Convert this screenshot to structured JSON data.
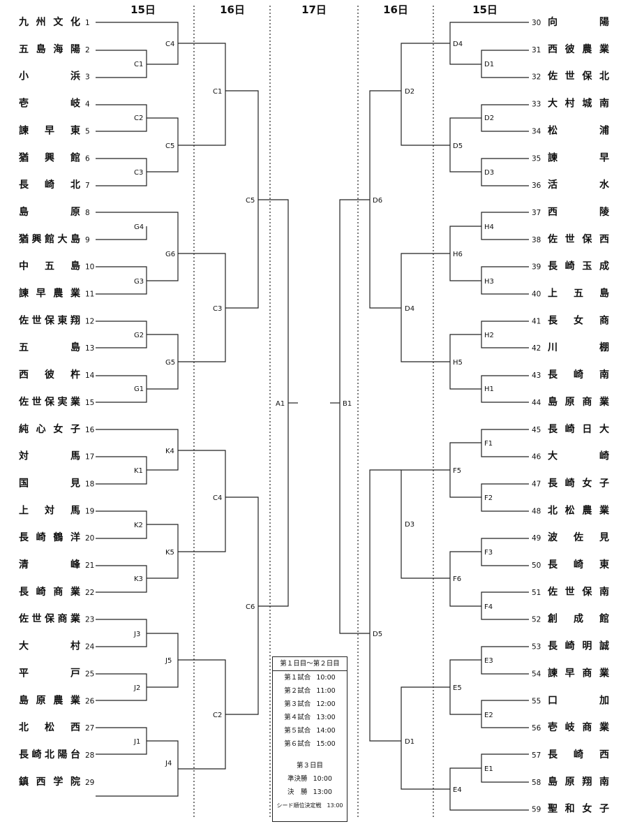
{
  "days": {
    "left_15": "15日",
    "left_16": "16日",
    "center_17": "17日",
    "right_16": "16日",
    "right_15": "15日"
  },
  "teams_left": [
    {
      "num": "1",
      "name": "九州文化"
    },
    {
      "num": "2",
      "name": "五島海陽"
    },
    {
      "num": "3",
      "name": "小浜"
    },
    {
      "num": "4",
      "name": "壱岐"
    },
    {
      "num": "5",
      "name": "諫早東"
    },
    {
      "num": "6",
      "name": "猶興館"
    },
    {
      "num": "7",
      "name": "長崎北"
    },
    {
      "num": "8",
      "name": "島原"
    },
    {
      "num": "9",
      "name": "猶興館大島"
    },
    {
      "num": "10",
      "name": "中五島"
    },
    {
      "num": "11",
      "name": "諫早農業"
    },
    {
      "num": "12",
      "name": "佐世保東翔"
    },
    {
      "num": "13",
      "name": "五島"
    },
    {
      "num": "14",
      "name": "西彼杵"
    },
    {
      "num": "15",
      "name": "佐世保実業"
    },
    {
      "num": "16",
      "name": "純心女子"
    },
    {
      "num": "17",
      "name": "対馬"
    },
    {
      "num": "18",
      "name": "国見"
    },
    {
      "num": "19",
      "name": "上対馬"
    },
    {
      "num": "20",
      "name": "長崎鶴洋"
    },
    {
      "num": "21",
      "name": "清峰"
    },
    {
      "num": "22",
      "name": "長崎商業"
    },
    {
      "num": "23",
      "name": "佐世保商業"
    },
    {
      "num": "24",
      "name": "大村"
    },
    {
      "num": "25",
      "name": "平戸"
    },
    {
      "num": "26",
      "name": "島原農業"
    },
    {
      "num": "27",
      "name": "北松西"
    },
    {
      "num": "28",
      "name": "長崎北陽台"
    },
    {
      "num": "29",
      "name": "鎮西学院"
    }
  ],
  "teams_right": [
    {
      "num": "30",
      "name": "向陽"
    },
    {
      "num": "31",
      "name": "西彼農業"
    },
    {
      "num": "32",
      "name": "佐世保北"
    },
    {
      "num": "33",
      "name": "大村城南"
    },
    {
      "num": "34",
      "name": "松浦"
    },
    {
      "num": "35",
      "name": "諫早"
    },
    {
      "num": "36",
      "name": "活水"
    },
    {
      "num": "37",
      "name": "西陵"
    },
    {
      "num": "38",
      "name": "佐世保西"
    },
    {
      "num": "39",
      "name": "長崎玉成"
    },
    {
      "num": "40",
      "name": "上五島"
    },
    {
      "num": "41",
      "name": "長女商"
    },
    {
      "num": "42",
      "name": "川棚"
    },
    {
      "num": "43",
      "name": "長崎南"
    },
    {
      "num": "44",
      "name": "島原商業"
    },
    {
      "num": "45",
      "name": "長崎日大"
    },
    {
      "num": "46",
      "name": "大崎"
    },
    {
      "num": "47",
      "name": "長崎女子"
    },
    {
      "num": "48",
      "name": "北松農業"
    },
    {
      "num": "49",
      "name": "波佐見"
    },
    {
      "num": "50",
      "name": "長崎東"
    },
    {
      "num": "51",
      "name": "佐世保南"
    },
    {
      "num": "52",
      "name": "創成館"
    },
    {
      "num": "53",
      "name": "長崎明誠"
    },
    {
      "num": "54",
      "name": "諫早商業"
    },
    {
      "num": "55",
      "name": "口加"
    },
    {
      "num": "56",
      "name": "壱岐商業"
    },
    {
      "num": "57",
      "name": "長崎西"
    },
    {
      "num": "58",
      "name": "島原翔南"
    },
    {
      "num": "59",
      "name": "聖和女子"
    }
  ],
  "match_labels": {
    "C1a": "C1",
    "C2a": "C2",
    "C3a": "C3",
    "C4a": "C4",
    "C5a": "C5",
    "G1": "G1",
    "G2": "G2",
    "G3": "G3",
    "G4": "G4",
    "G5": "G5",
    "G6": "G6",
    "K1": "K1",
    "K2": "K2",
    "K3": "K3",
    "K4": "K4",
    "K5": "K5",
    "J1": "J1",
    "J2": "J2",
    "J3": "J3",
    "J4": "J4",
    "J5": "J5",
    "C1b": "C1",
    "C3b": "C3",
    "C4b": "C4",
    "C2b": "C2",
    "C5b": "C5",
    "C6": "C6",
    "A1": "A1",
    "B1": "B1",
    "D4a": "D4",
    "D1a": "D1",
    "D2a": "D2",
    "D5a": "D5",
    "D3a": "D3",
    "H4": "H4",
    "H6": "H6",
    "H3": "H3",
    "H2": "H2",
    "H5": "H5",
    "H1": "H1",
    "F1": "F1",
    "F5": "F5",
    "F2": "F2",
    "F3": "F3",
    "F6": "F6",
    "F4": "F4",
    "E3": "E3",
    "E5": "E5",
    "E2": "E2",
    "E1": "E1",
    "E4": "E4",
    "D2b": "D2",
    "D4b": "D4",
    "D3b": "D3",
    "D1b": "D1",
    "D6": "D6",
    "D5b": "D5"
  },
  "schedule": {
    "header": "第１日目～第２日目",
    "games": [
      {
        "label": "第１試合",
        "time": "10:00"
      },
      {
        "label": "第２試合",
        "time": "11:00"
      },
      {
        "label": "第３試合",
        "time": "12:00"
      },
      {
        "label": "第４試合",
        "time": "13:00"
      },
      {
        "label": "第５試合",
        "time": "14:00"
      },
      {
        "label": "第６試合",
        "time": "15:00"
      }
    ],
    "day3_title": "第３日目",
    "day3": [
      {
        "label": "準決勝",
        "time": "10:00"
      },
      {
        "label": "決　勝",
        "time": "13:00"
      },
      {
        "label": "シード順位決定戦",
        "time": "13:00"
      }
    ]
  }
}
